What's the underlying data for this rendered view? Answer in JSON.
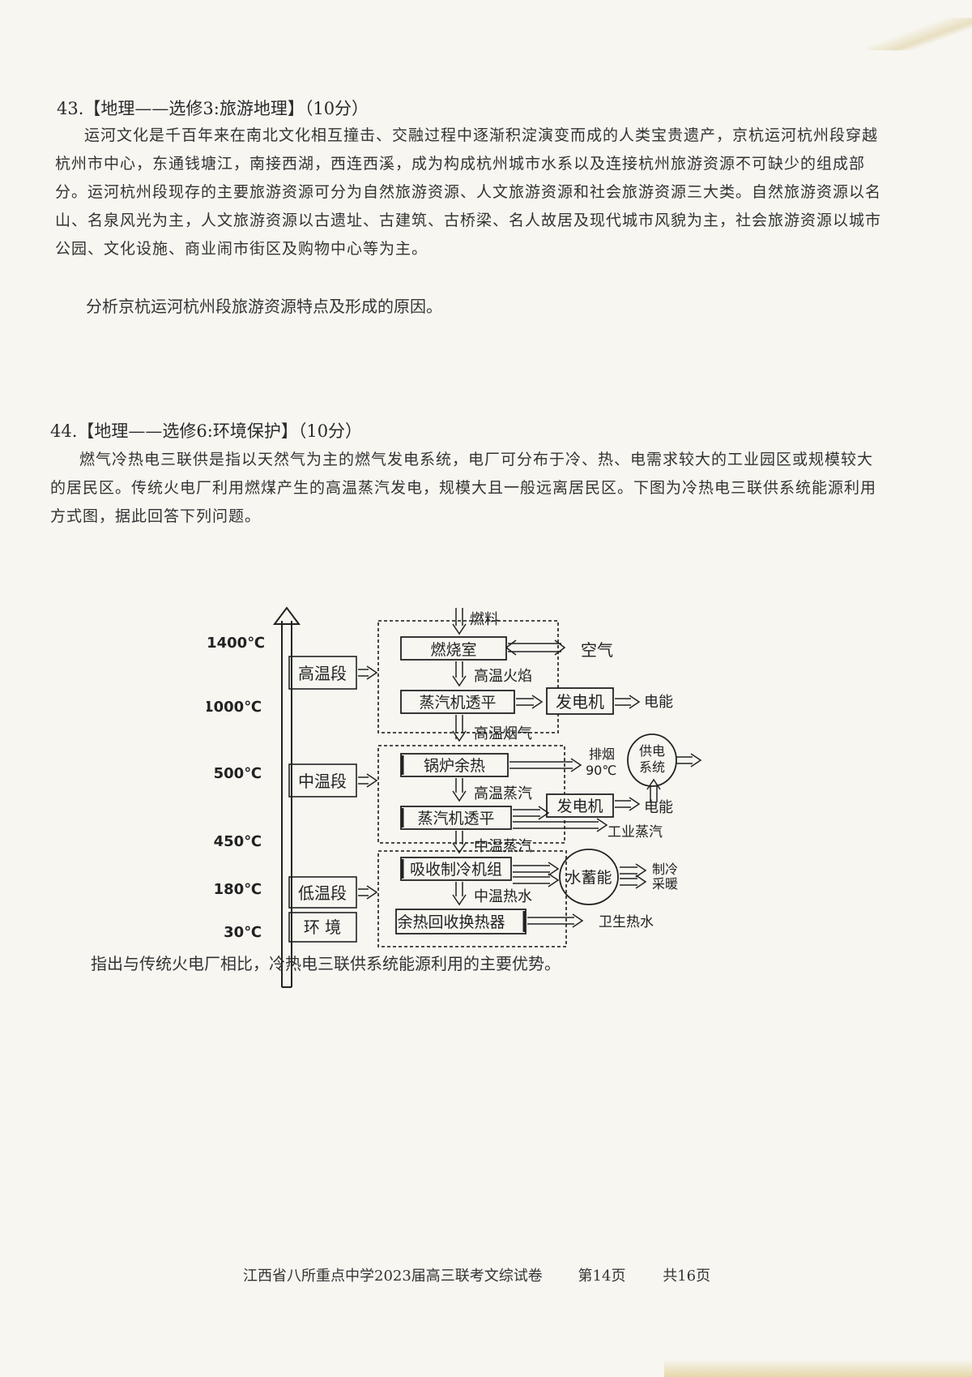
{
  "q43": {
    "heading": "43.【地理——选修3:旅游地理】（10分）",
    "paragraph": "运河文化是千百年来在南北文化相互撞击、交融过程中逐渐积淀演变而成的人类宝贵遗产，京杭运河杭州段穿越杭州市中心，东通钱塘江，南接西湖，西连西溪，成为构成杭州城市水系以及连接杭州旅游资源不可缺少的组成部分。运河杭州段现存的主要旅游资源可分为自然旅游资源、人文旅游资源和社会旅游资源三大类。自然旅游资源以名山、名泉风光为主，人文旅游资源以古遗址、古建筑、古桥梁、名人故居及现代城市风貌为主，社会旅游资源以城市公园、文化设施、商业闹市街区及购物中心等为主。",
    "question": "分析京杭运河杭州段旅游资源特点及形成的原因。"
  },
  "q44": {
    "heading": "44.【地理——选修6:环境保护】（10分）",
    "paragraph": "燃气冷热电三联供是指以天然气为主的燃气发电系统，电厂可分布于冷、热、电需求较大的工业园区或规模较大的居民区。传统火电厂利用燃煤产生的高温蒸汽发电，规模大且一般远离居民区。下图为冷热电三联供系统能源利用方式图，据此回答下列问题。",
    "question": "指出与传统火电厂相比，冷热电三联供系统能源利用的主要优势。"
  },
  "diagram": {
    "temps": [
      "1400℃",
      "1000℃",
      "500℃",
      "450℃",
      "180℃",
      "30℃"
    ],
    "segments": {
      "high": "高温段",
      "mid": "中温段",
      "low": "低温段",
      "env": "环 境"
    },
    "boxes": {
      "combustion": "燃烧室",
      "turbine1": "蒸汽机透平",
      "generator1": "发电机",
      "boiler": "锅炉余热",
      "turbine2": "蒸汽机透平",
      "generator2": "发电机",
      "absorption": "吸收制冷机组",
      "recovery": "余热回收换热器",
      "storage": "水蓄能",
      "supply_line1": "供电",
      "supply_line2": "系统"
    },
    "labels": {
      "fuel": "燃料",
      "air": "空气",
      "flame": "高温火焰",
      "power1": "电能",
      "flue_gas": "高温烟气",
      "exhaust": "排烟",
      "exhaust_temp": "90℃",
      "steam_high": "高温蒸汽",
      "power2": "电能",
      "industrial_steam": "工业蒸汽",
      "steam_mid": "中温蒸汽",
      "hot_water_mid": "中温热水",
      "cooling": "制冷",
      "heating": "采暖",
      "sanitary_water": "卫生热水"
    }
  },
  "footer": {
    "title": "江西省八所重点中学2023届高三联考文综试卷",
    "page": "第14页",
    "total": "共16页"
  }
}
